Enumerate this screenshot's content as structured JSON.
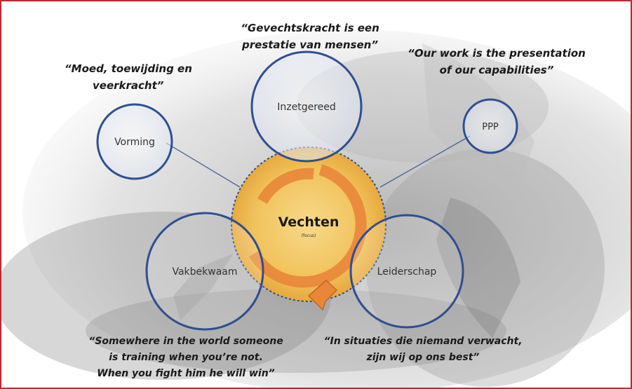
{
  "center": {
    "title": "Vechten",
    "subtitle": "(focus)"
  },
  "circles": {
    "inzetgereed": "Inzetgereed",
    "vorming": "Vorming",
    "ppp": "PPP",
    "vakbekwaam": "Vakbekwaam",
    "leiderschap": "Leiderschap"
  },
  "quotes": {
    "top_center": [
      "“Gevechtskracht is een",
      "prestatie van mensen”"
    ],
    "top_left": [
      "“Moed, toewijding en",
      "veerkracht”"
    ],
    "top_right": [
      "“Our work is the presentation",
      "of our capabilities”"
    ],
    "bottom_left": [
      "“Somewhere in the world someone",
      "is training when you’re not.",
      "When you fight him he will win”"
    ],
    "bottom_right": [
      "“In situaties die niemand verwacht,",
      "zijn wij op ons best”"
    ]
  },
  "colors": {
    "frame": "#c0282d",
    "circle_stroke": "#2f4f8f",
    "center_fill": "#f4c45a",
    "arrow": "#e8863a"
  }
}
